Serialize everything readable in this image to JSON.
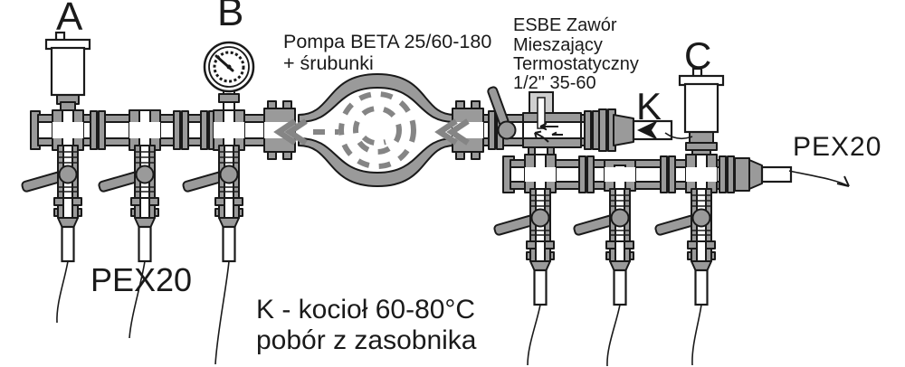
{
  "diagram": {
    "labels": {
      "point_a": "A",
      "point_b": "B",
      "point_c": "C",
      "point_k": "K",
      "pump_line1": "Pompa BETA 25/60-180",
      "pump_line2": "+ śrubunki",
      "valve_line1": "ESBE Zawór",
      "valve_line2": "Mieszający",
      "valve_line3": "Termostatyczny",
      "valve_line4": "1/2\" 35-60",
      "pex_left": "PEX20",
      "pex_right": "PEX20",
      "note_line1": "K - kocioł 60-80°C",
      "note_line2": "pobór z zasobnika"
    },
    "colors": {
      "line": "#1a1a1a",
      "metal": "#9a9a9a",
      "metal_dark": "#858585",
      "actuator": "#cfcfcf",
      "text": "#1a1a1a",
      "bg": "#ffffff"
    }
  }
}
